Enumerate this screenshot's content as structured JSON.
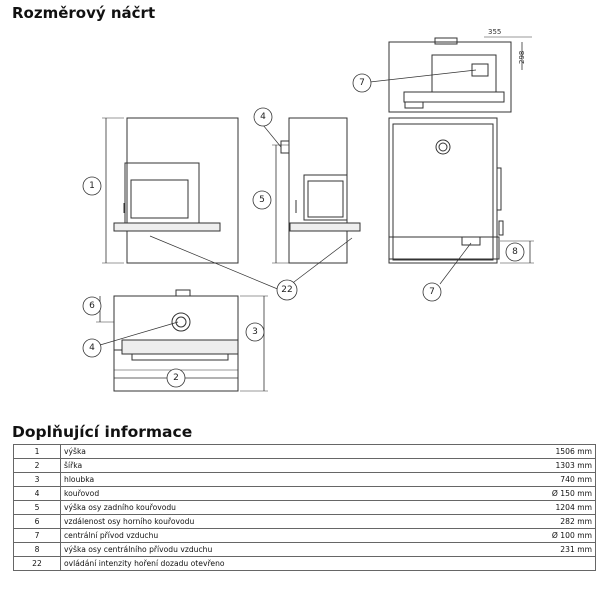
{
  "title": "Rozměrový náčrt",
  "section_title": "Doplňující informace",
  "drawing": {
    "dim_355": "355",
    "dim_298": "298",
    "callouts": [
      "1",
      "2",
      "3",
      "4",
      "5",
      "6",
      "7",
      "8",
      "22"
    ]
  },
  "rows": [
    {
      "num": "1",
      "desc": "výška",
      "value": "1506 mm"
    },
    {
      "num": "2",
      "desc": "šířka",
      "value": "1303 mm"
    },
    {
      "num": "3",
      "desc": "hloubka",
      "value": "740 mm"
    },
    {
      "num": "4",
      "desc": "kouřovod",
      "value": "Ø 150 mm"
    },
    {
      "num": "5",
      "desc": "výška osy zadního kouřovodu",
      "value": "1204 mm"
    },
    {
      "num": "6",
      "desc": "vzdálenost osy horního kouřovodu",
      "value": "282 mm"
    },
    {
      "num": "7",
      "desc": "centrální přívod vzduchu",
      "value": "Ø 100 mm"
    },
    {
      "num": "8",
      "desc": "výška osy centrálního přívodu vzduchu",
      "value": "231 mm"
    },
    {
      "num": "22",
      "desc": "ovládání intenzity hoření   dozadu otevřeno",
      "value": ""
    }
  ]
}
